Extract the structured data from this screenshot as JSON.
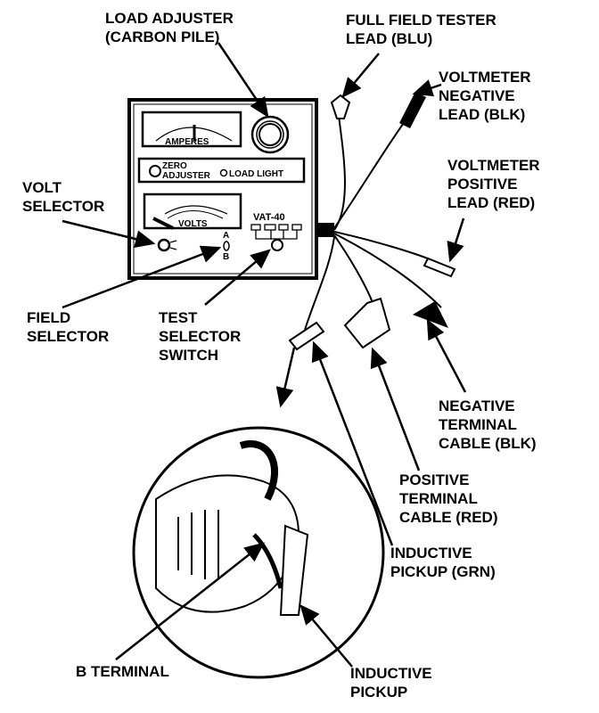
{
  "callouts": {
    "load_adjuster": [
      "LOAD ADJUSTER",
      "(CARBON PILE)"
    ],
    "full_field_tester_lead": [
      "FULL FIELD TESTER",
      "LEAD (BLU)"
    ],
    "voltmeter_negative_lead": [
      "VOLTMETER",
      "NEGATIVE",
      "LEAD (BLK)"
    ],
    "voltmeter_positive_lead": [
      "VOLTMETER",
      "POSITIVE",
      "LEAD (RED)"
    ],
    "volt_selector": [
      "VOLT",
      "SELECTOR"
    ],
    "field_selector": [
      "FIELD",
      "SELECTOR"
    ],
    "test_selector_switch": [
      "TEST",
      "SELECTOR",
      "SWITCH"
    ],
    "negative_terminal_cable": [
      "NEGATIVE",
      "TERMINAL",
      "CABLE (BLK)"
    ],
    "positive_terminal_cable": [
      "POSITIVE",
      "TERMINAL",
      "CABLE (RED)"
    ],
    "inductive_pickup_grn": [
      "INDUCTIVE",
      "PICKUP (GRN)"
    ],
    "b_terminal": [
      "B TERMINAL"
    ],
    "inductive_pickup": [
      "INDUCTIVE",
      "PICKUP"
    ]
  },
  "tester_panel": {
    "ammeter_label": "AMPERES",
    "zero_adjuster": [
      "ZERO",
      "ADJUSTER"
    ],
    "load_light": "LOAD LIGHT",
    "voltmeter_label": "VOLTS",
    "model": "VAT-40",
    "field_a": "A",
    "field_b": "B"
  }
}
